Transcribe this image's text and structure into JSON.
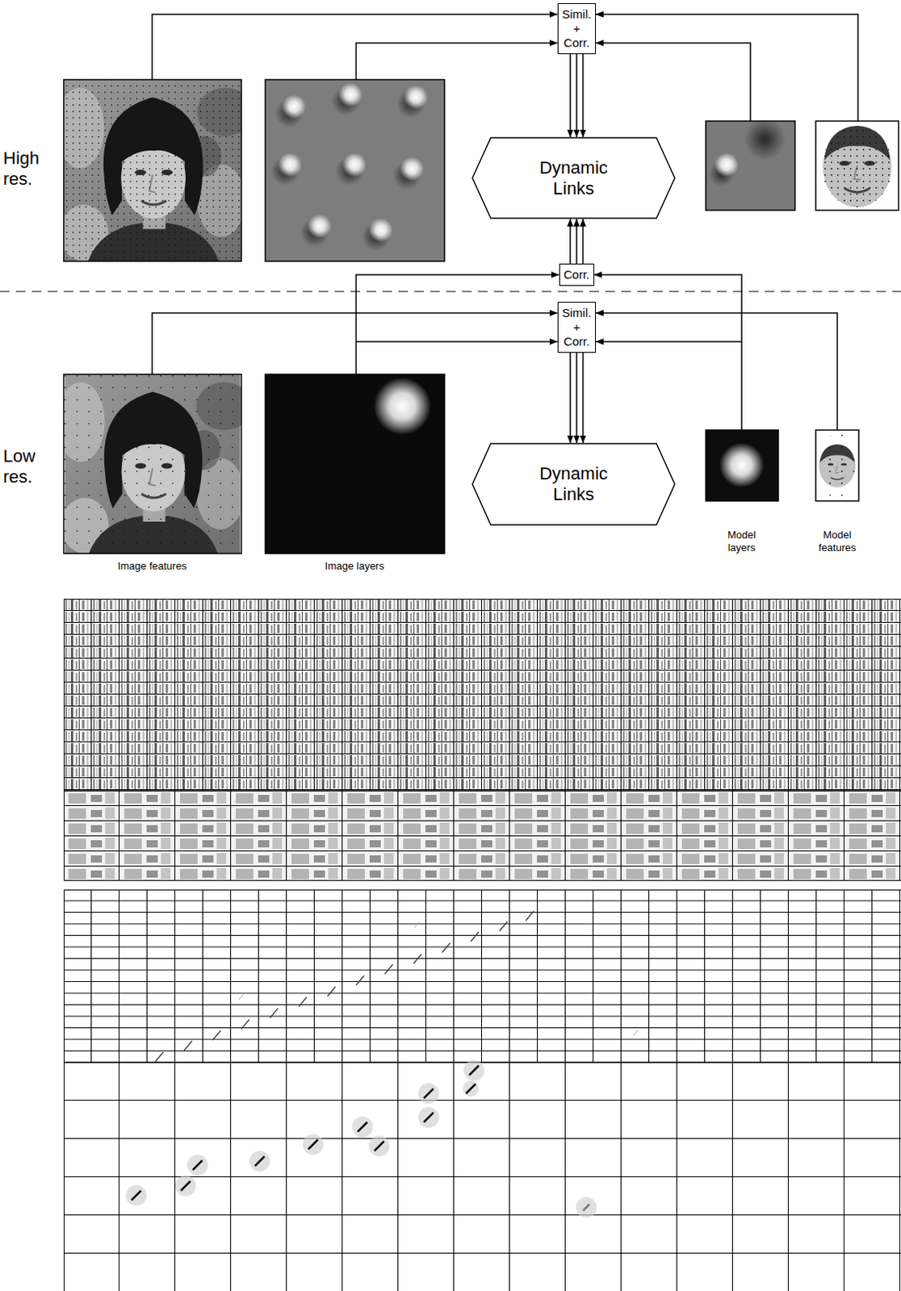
{
  "diagram": {
    "nodes": [
      {
        "text": [
          "Simil. + Corr."
        ]
      },
      {
        "text": [
          "Dynamic Links"
        ]
      },
      {
        "text": [
          "Corr."
        ]
      },
      {
        "text": [
          "Simil. + Corr."
        ]
      },
      {
        "text": [
          "Dynamic Links"
        ]
      }
    ],
    "edges": [
      {
        "from": 0,
        "to": 1,
        "arrow": "to"
      },
      {
        "from": 2,
        "to": 1,
        "arrow": "to"
      },
      {
        "from": 3,
        "to": 4,
        "arrow": "to"
      }
    ],
    "labels": [
      "High res.",
      "Low res.",
      "Image features",
      "Image layers",
      "Model layers",
      "Model features"
    ]
  }
}
